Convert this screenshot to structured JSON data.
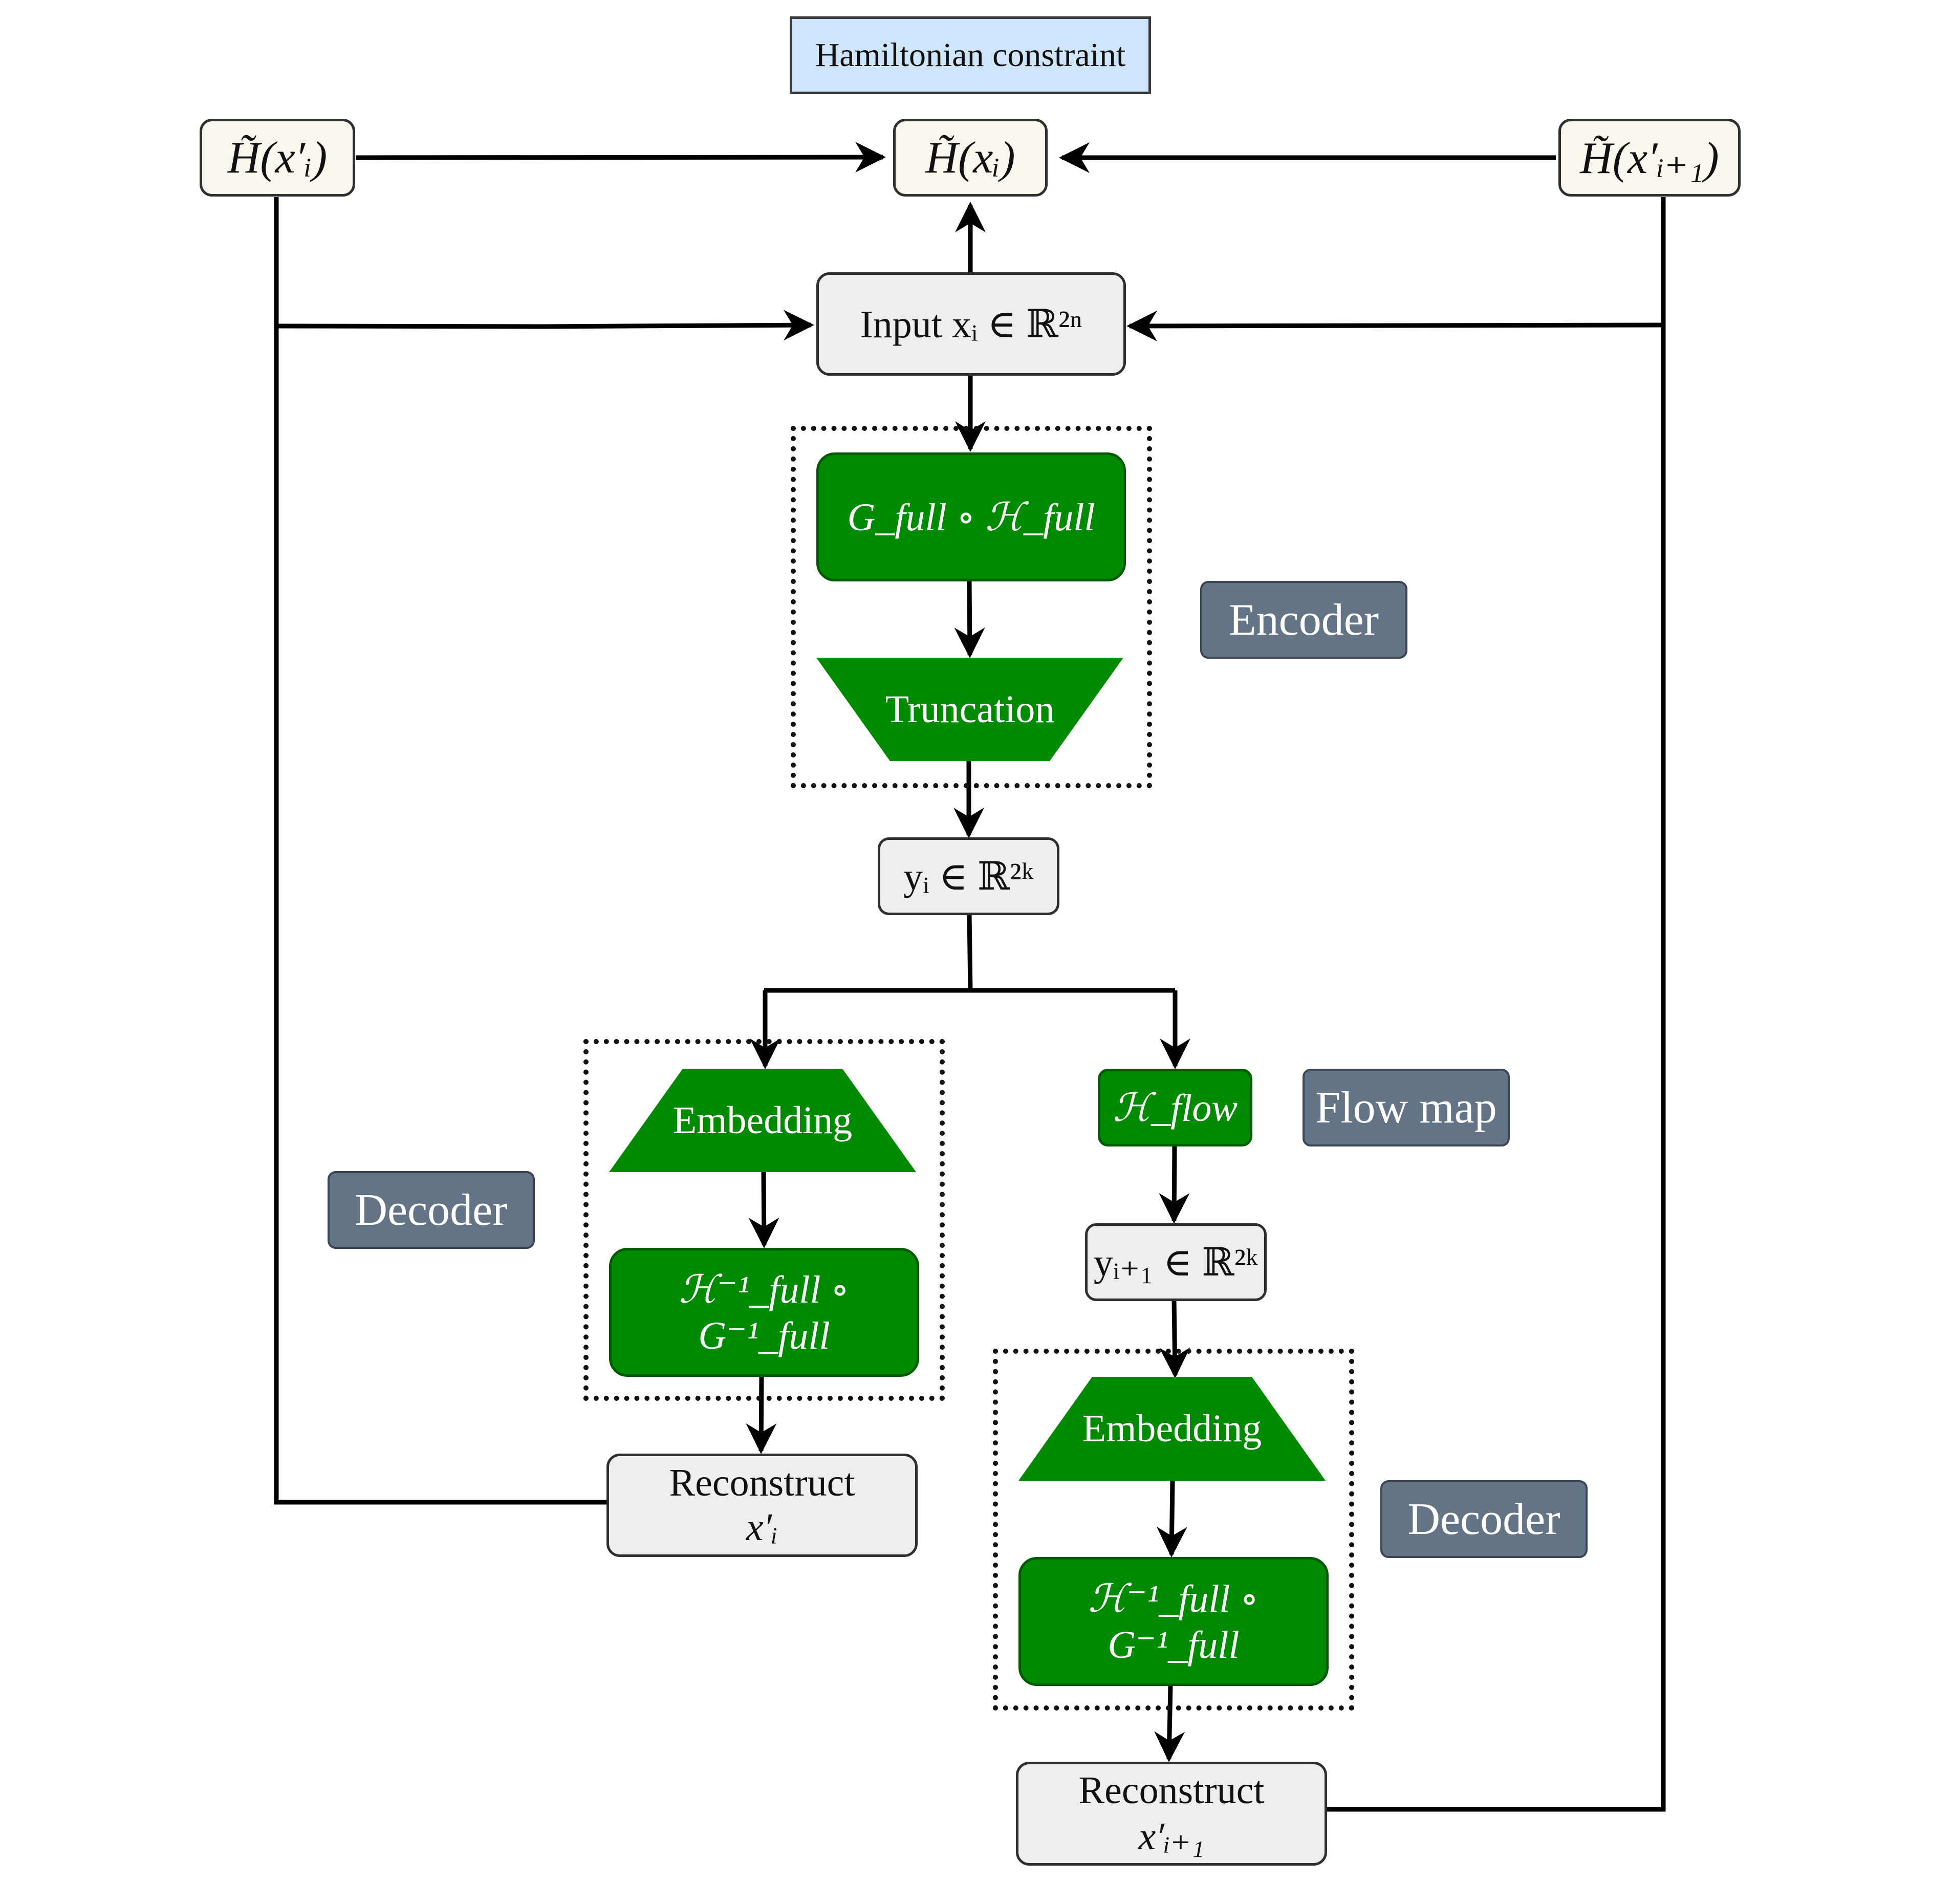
{
  "diagram": {
    "title": "Hamiltonian constraint",
    "h_left": "H̃(x′ᵢ)",
    "h_center": "H̃(xᵢ)",
    "h_right": "H̃(x′ᵢ₊₁)",
    "input": "Input xᵢ ∈ ℝ²ⁿ",
    "encoder_map": "G_full ∘ ℋ_full",
    "truncation": "Truncation",
    "encoder_label": "Encoder",
    "latent_i": "yᵢ ∈ ℝ²ᵏ",
    "embedding_left": "Embedding",
    "decoder_map_left": "ℋ⁻¹_full ∘ G⁻¹_full",
    "decoder_label_left": "Decoder",
    "reconstruct_left_title": "Reconstruct",
    "reconstruct_left_var": "x′ᵢ",
    "flow": "ℋ_flow",
    "flow_label": "Flow map",
    "latent_next": "yᵢ₊₁ ∈ ℝ²ᵏ",
    "embedding_right": "Embedding",
    "decoder_map_right": "ℋ⁻¹_full ∘ G⁻¹_full",
    "decoder_label_right": "Decoder",
    "reconstruct_right_title": "Reconstruct",
    "reconstruct_right_var": "x′ᵢ₊₁"
  },
  "colors": {
    "green": "#008a00",
    "label": "#647487",
    "title_fill": "#cfe5fb",
    "node_fill": "#eeeeee",
    "h_fill": "#f9f7ed"
  }
}
